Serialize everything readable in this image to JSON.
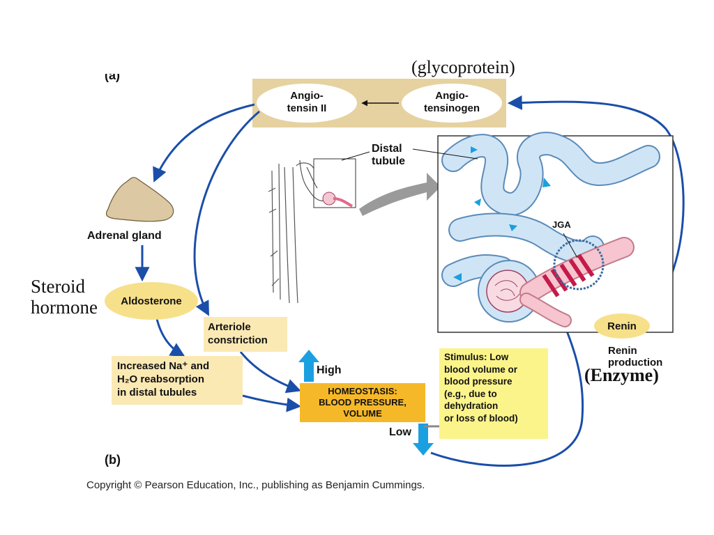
{
  "panel_a_label": "(a)",
  "panel_b_label": "(b)",
  "glycoprotein_note": "(glycoprotein)",
  "angiotensin_ii": {
    "line1": "Angio-",
    "line2": "tensin II"
  },
  "angiotensinogen": {
    "line1": "Angio-",
    "line2": "tensinogen"
  },
  "distal_tubule": {
    "line1": "Distal",
    "line2": "tubule"
  },
  "jga": "JGA",
  "adrenal_gland": "Adrenal gland",
  "steroid_note": {
    "line1": "Steroid",
    "line2": "hormone"
  },
  "aldosterone": "Aldosterone",
  "arteriole_constriction": {
    "line1": "Arteriole",
    "line2": "constriction"
  },
  "reabsorption": {
    "line1": "Increased Na⁺ and",
    "line2": "H₂O reabsorption",
    "line3": "in distal tubules"
  },
  "high": "High",
  "low": "Low",
  "homeostasis": {
    "line1": "HOMEOSTASIS:",
    "line2": "BLOOD PRESSURE,",
    "line3": "VOLUME"
  },
  "stimulus": {
    "title": "Stimulus:",
    "line1_rest": " Low",
    "line2": "blood volume or",
    "line3": "blood pressure",
    "line4": "(e.g., due to",
    "line5": "dehydration",
    "line6": "or loss of blood)"
  },
  "renin": "Renin",
  "renin_production": {
    "line1": "Renin",
    "line2": "production"
  },
  "enzyme_note": "(Enzyme)",
  "copyright": "Copyright © Pearson Education, Inc., publishing as Benjamin Cummings.",
  "colors": {
    "tan_band": "#e6d2a0",
    "yellow_oval": "#f7e08a",
    "yellow_box": "#fbe9b4",
    "homeostasis_fill": "#f5b829",
    "stimulus_fill": "#fbf48a",
    "arrow_blue": "#1a4ea8",
    "arrow_cyan": "#1aa0e0",
    "tubule_blue": "#cfe5f6",
    "tubule_outline": "#5a8ab8",
    "vessel_pink": "#f6c5cf",
    "jga_red": "#c41a4a"
  }
}
